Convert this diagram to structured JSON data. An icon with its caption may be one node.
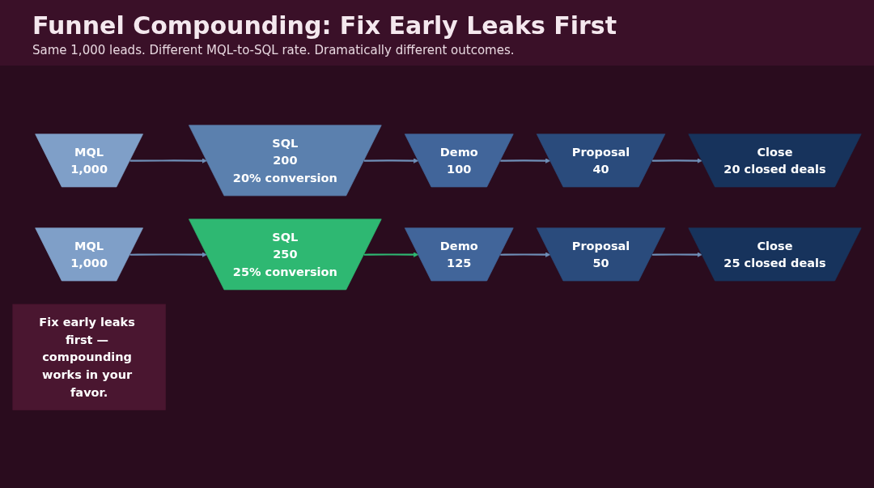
{
  "diagram": {
    "title": "Funnel Compounding: Fix Early Leaks First",
    "nodes": [
      {
        "text": [
          "MQL",
          "1,000"
        ]
      },
      {
        "text": [
          "SQL",
          "200",
          "20% conversion"
        ]
      },
      {
        "text": [
          "Demo",
          "100"
        ]
      },
      {
        "text": [
          "Proposal",
          "40"
        ]
      },
      {
        "text": [
          "Close",
          "20 closed deals"
        ]
      },
      {
        "text": [
          "MQL",
          "1,000"
        ]
      },
      {
        "text": [
          "SQL",
          "250",
          "25% conversion"
        ]
      },
      {
        "text": [
          "Demo",
          "125"
        ]
      },
      {
        "text": [
          "Proposal",
          "50"
        ]
      },
      {
        "text": [
          "Close",
          "25 closed deals"
        ]
      },
      {
        "text": [
          "Fix early leaks first — compounding works in your favor."
        ]
      }
    ],
    "edges": [
      {
        "from": 0,
        "to": 1,
        "arrow": "to"
      },
      {
        "from": 1,
        "to": 2,
        "arrow": "to"
      },
      {
        "from": 2,
        "to": 3,
        "arrow": "to"
      },
      {
        "from": 3,
        "to": 4,
        "arrow": "to"
      },
      {
        "from": 5,
        "to": 6,
        "arrow": "to"
      },
      {
        "from": 6,
        "to": 7,
        "arrow": "to",
        "color": "#2eb872"
      },
      {
        "from": 7,
        "to": 8,
        "arrow": "to"
      },
      {
        "from": 8,
        "to": 9,
        "arrow": "to"
      }
    ],
    "labels": [
      "Same 1,000 leads. Different MQL-to-SQL rate. Dramatically different outcomes."
    ]
  }
}
